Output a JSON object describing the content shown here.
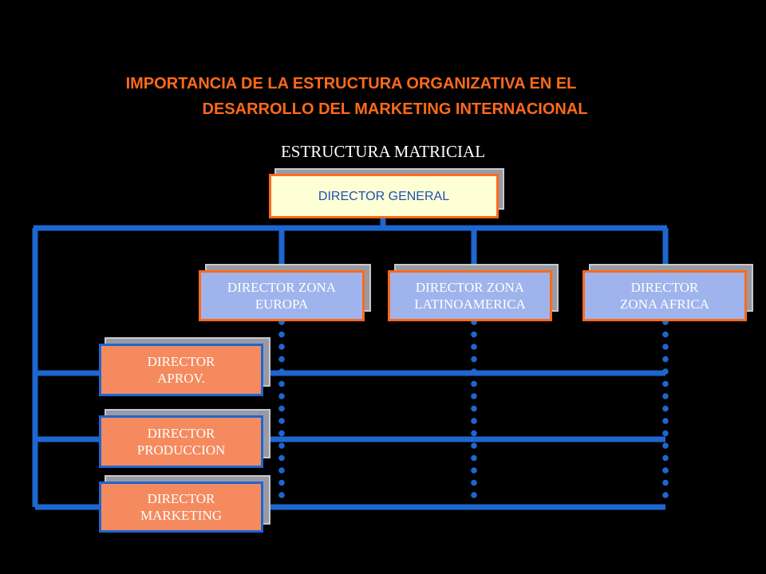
{
  "title_line1": "IMPORTANCIA DE LA ESTRUCTURA ORGANIZATIVA EN EL",
  "title_line2": "DESARROLLO DEL MARKETING INTERNACIONAL",
  "subtitle": "ESTRUCTURA MATRICIAL",
  "director_general": "DIRECTOR GENERAL",
  "zones": [
    {
      "line1": "DIRECTOR ZONA",
      "line2": "EUROPA"
    },
    {
      "line1": "DIRECTOR ZONA",
      "line2": "LATINOAMERICA"
    },
    {
      "line1": "DIRECTOR",
      "line2": "ZONA AFRICA"
    }
  ],
  "functions": [
    {
      "line1": "DIRECTOR",
      "line2": "APROV."
    },
    {
      "line1": "DIRECTOR",
      "line2": "PRODUCCION"
    },
    {
      "line1": "DIRECTOR",
      "line2": "MARKETING"
    }
  ],
  "colors": {
    "title": "#FF6A1A",
    "line": "#1E66D0",
    "background": "#000000"
  }
}
